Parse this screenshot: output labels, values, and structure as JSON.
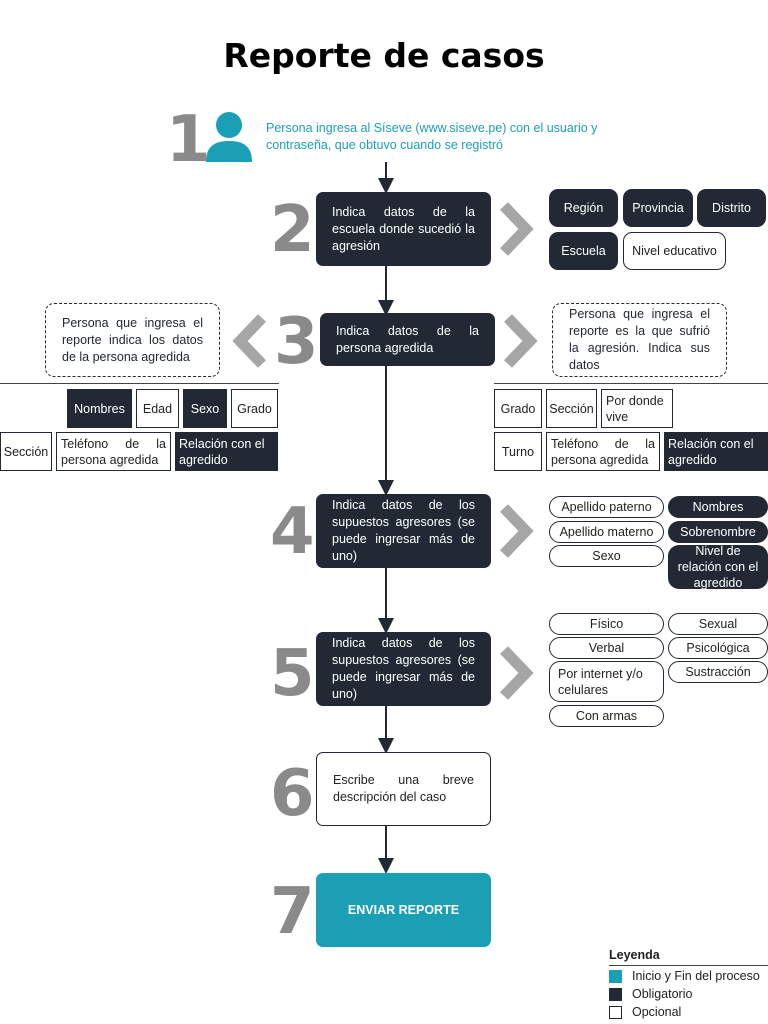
{
  "title": "Reporte de casos",
  "colors": {
    "teal": "#1a9fb5",
    "dark": "#232934",
    "gray": "#8a8a8a"
  },
  "steps": [
    {
      "number": "1",
      "icon": "user-icon",
      "text": "Persona ingresa al Síseve (www.siseve.pe) con el usuario y contraseña, que obtuvo cuando se registró"
    },
    {
      "number": "2",
      "text": "Indica datos de la escuela donde sucedió la agresión"
    },
    {
      "number": "3",
      "text": "Indica datos de la persona agredida"
    },
    {
      "number": "4",
      "text": "Indica datos de los supuestos agresores (se puede ingresar más de uno)"
    },
    {
      "number": "5",
      "text": "Indica datos de los supuestos agresores (se puede ingresar más de uno)"
    },
    {
      "number": "6",
      "text": "Escribe una breve descripción del caso"
    },
    {
      "number": "7",
      "text": "ENVIAR REPORTE"
    }
  ],
  "step2_fields": {
    "region": "Región",
    "provincia": "Provincia",
    "distrito": "Distrito",
    "escuela": "Escuela",
    "nivel": "Nivel educativo"
  },
  "step3_left": {
    "note": "Persona que ingresa el reporte indica los datos de la persona agredida",
    "nombres": "Nombres",
    "edad": "Edad",
    "sexo": "Sexo",
    "grado": "Grado",
    "seccion": "Sección",
    "telefono": "Teléfono de la persona agredida",
    "relacion": "Relación con el agredido"
  },
  "step3_right": {
    "note": "Persona que ingresa el reporte es la que sufrió la agresión. Indica sus datos",
    "grado": "Grado",
    "seccion": "Sección",
    "vive": "Por donde vive",
    "turno": "Turno",
    "telefono": "Teléfono de la persona agredida",
    "relacion": "Relación con el agredido"
  },
  "step4_fields": {
    "apellido_paterno": "Apellido paterno",
    "nombres": "Nombres",
    "apellido_materno": "Apellido materno",
    "sobrenombre": "Sobrenombre",
    "sexo": "Sexo",
    "nivel_relacion": "Nivel de relación con el agredido"
  },
  "step5_fields": {
    "fisico": "Físico",
    "sexual": "Sexual",
    "verbal": "Verbal",
    "psicologica": "Psicológica",
    "internet": "Por internet y/o celulares",
    "sustraccion": "Sustracción",
    "armas": "Con armas"
  },
  "legend": {
    "title": "Leyenda",
    "items": [
      {
        "label": "Inicio y Fin del proceso",
        "color": "#1a9fb5"
      },
      {
        "label": "Obligatorio",
        "color": "#232934"
      },
      {
        "label": "Opcional",
        "color": "#ffffff"
      }
    ]
  }
}
